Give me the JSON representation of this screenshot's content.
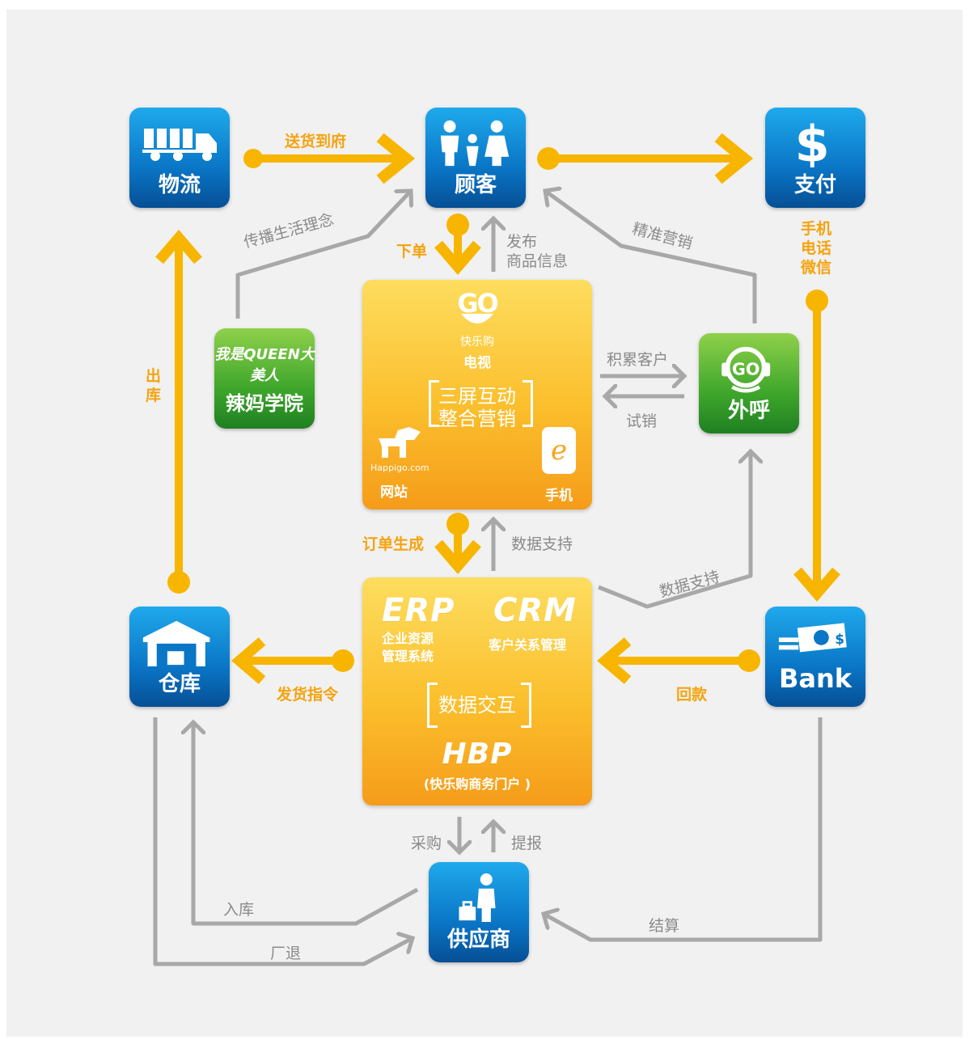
{
  "nodes": {
    "logistics": "物流",
    "customer": "顾客",
    "payment": "支付",
    "warehouse": "仓库",
    "bank": "Bank",
    "supplier": "供应商",
    "outbound_call": "外呼",
    "academy": "辣妈学院",
    "academy_logo_text": "我是QUEEN大美人"
  },
  "payment_methods": [
    "手机",
    "电话",
    "微信"
  ],
  "edges": {
    "delivery": "送货到府",
    "lifestyle": "传播生活理念",
    "order": "下单",
    "publish": [
      "发布",
      "商品信息"
    ],
    "precision_marketing": "精准营销",
    "accumulate_customers": "积累客户",
    "trial_sale": "试销",
    "outbound_stock": [
      "出",
      "库"
    ],
    "order_generated": "订单生成",
    "data_support_1": "数据支持",
    "data_support_2": "数据支持",
    "ship_instruction": "发货指令",
    "payment_return": "回款",
    "purchase": "采购",
    "report": "提报",
    "inbound": "入库",
    "factory_return": "厂退",
    "settlement": "结算"
  },
  "top_panel": {
    "logo_text": "快乐购",
    "tv": "电视",
    "title_line1": "三屏互动",
    "title_line2": "整合营销",
    "website_domain": "Happigo.com",
    "website": "网站",
    "mobile": "手机"
  },
  "bottom_panel": {
    "erp": "ERP",
    "erp_desc": [
      "企业资源",
      "管理系统"
    ],
    "crm": "CRM",
    "crm_desc": "客户关系管理",
    "data_exchange": "数据交互",
    "hbp": "HBP",
    "hbp_desc": "(快乐购商务门户 )"
  },
  "colors": {
    "blue_node": "#0a76c6",
    "green_node": "#3ea62b",
    "panel_yellow": "#fbbf2d",
    "flow_yellow": "#f7b500",
    "flow_gray": "#a8a8a8"
  }
}
